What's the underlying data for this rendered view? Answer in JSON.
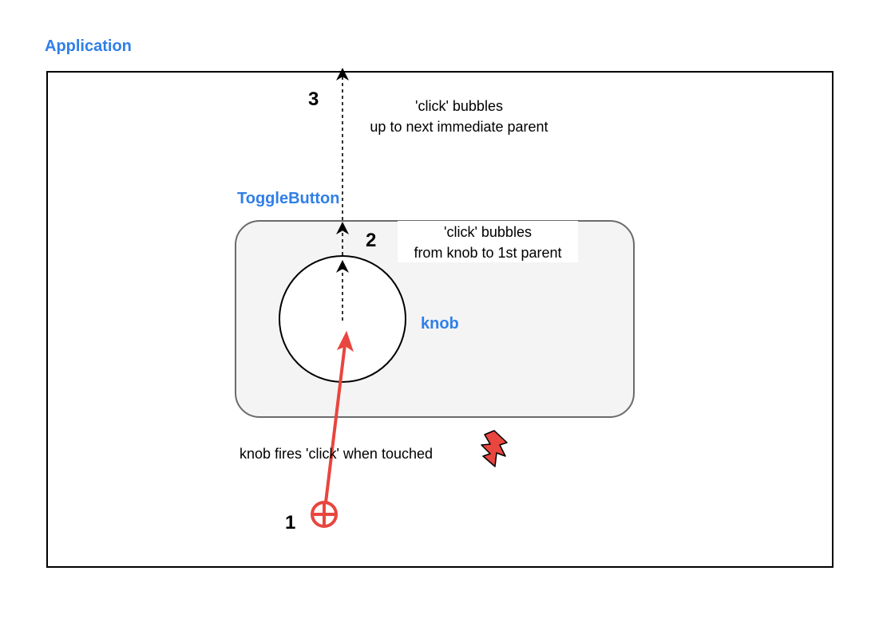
{
  "application_label": "Application",
  "togglebutton_label": "ToggleButton",
  "knob_label": "knob",
  "steps": {
    "one": "1",
    "two": "2",
    "three": "3"
  },
  "notes": {
    "fires": "knob fires 'click' when touched",
    "bubble_first_line1": "'click' bubbles",
    "bubble_first_line2": "from knob to 1st parent",
    "bubble_next_line1": "'click' bubbles",
    "bubble_next_line2": "up to next immediate parent"
  },
  "icons": {
    "touch": "touch-target-icon",
    "lightning": "lightning-icon"
  },
  "colors": {
    "label_blue": "#2f7fe8",
    "event_red": "#e8463e",
    "toggle_fill": "#f4f4f4"
  }
}
